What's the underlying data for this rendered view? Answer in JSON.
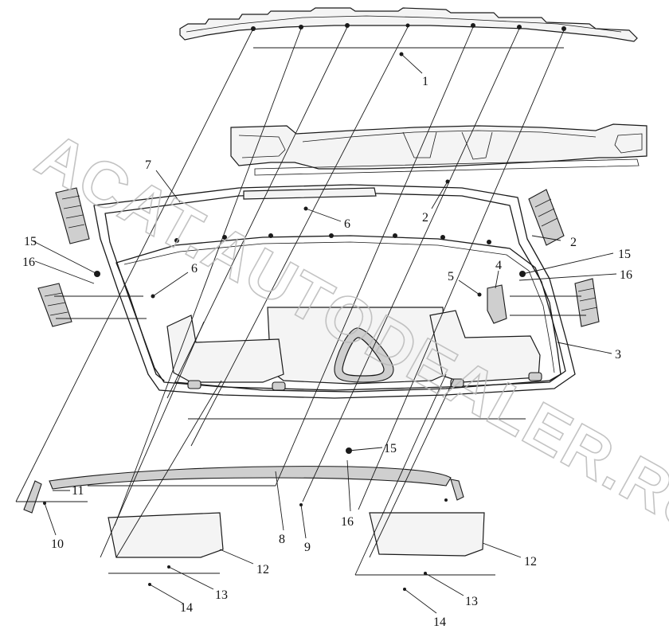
{
  "watermark": "ACAT.AUTODEALER.RU",
  "callouts": [
    "1",
    "2",
    "2",
    "3",
    "4",
    "5",
    "6",
    "6",
    "7",
    "8",
    "9",
    "10",
    "11",
    "12",
    "12",
    "13",
    "13",
    "14",
    "14",
    "15",
    "15",
    "15",
    "16",
    "16",
    "16"
  ]
}
